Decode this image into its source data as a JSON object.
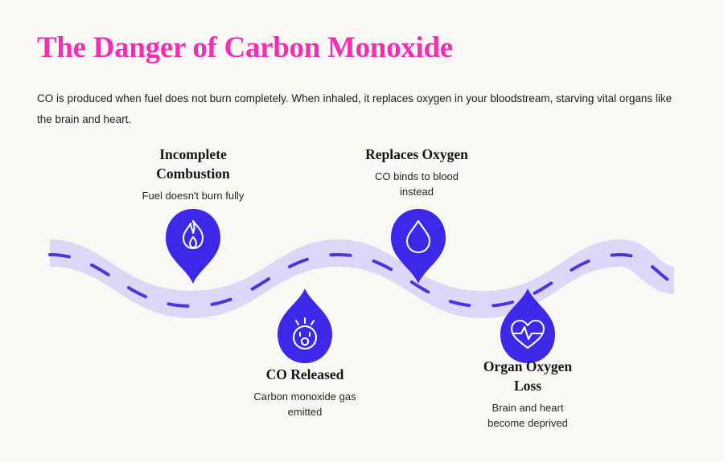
{
  "page": {
    "title": "The Danger of Carbon Monoxide",
    "intro": "CO is produced when fuel does not burn completely. When inhaled, it replaces oxygen in your bloodstream, starving vital organs like the brain and heart.",
    "background_color": "#faf8f4",
    "title_color": "#f42eb2",
    "accent_color": "#3b28e8",
    "road_fill_color": "#dcd6f7",
    "road_dash_color": "#4f33e0"
  },
  "journey": {
    "road_label": "winding-road-path",
    "steps": [
      {
        "index": 1,
        "title": "Incomplete\nCombustion",
        "description": "Fuel doesn't burn fully",
        "icon": "flame-icon",
        "pin_orientation": "point-down",
        "position": "above-road"
      },
      {
        "index": 2,
        "title": "Replaces Oxygen",
        "description": "CO binds to blood\ninstead",
        "icon": "water-drop-icon",
        "pin_orientation": "point-down",
        "position": "above-road"
      },
      {
        "index": 3,
        "title": "CO Released",
        "description": "Carbon monoxide gas\nemitted",
        "icon": "gas-alarm-icon",
        "pin_orientation": "point-up",
        "position": "below-road"
      },
      {
        "index": 4,
        "title": "Organ Oxygen\nLoss",
        "description": "Brain and heart\nbecome deprived",
        "icon": "heart-pulse-icon",
        "pin_orientation": "point-up",
        "position": "below-road"
      }
    ]
  }
}
